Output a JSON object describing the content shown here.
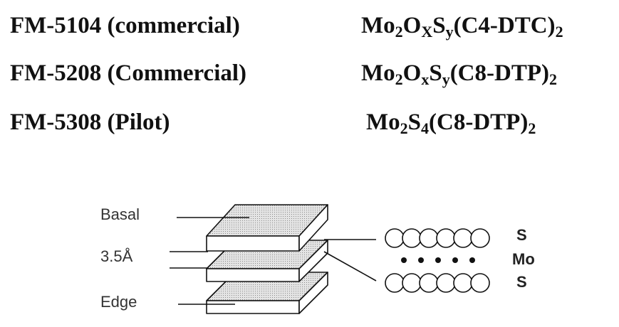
{
  "products": [
    {
      "code": "FM-5104  (commercial)",
      "formula": {
        "p1": "Mo",
        "s1": "2",
        "p2": "O",
        "s2": "X",
        "p3": "S",
        "s3": "y",
        "p4": "(C4-DTC)",
        "s4": "2"
      }
    },
    {
      "code": "FM-5208 (Commercial)",
      "formula": {
        "p1": "Mo",
        "s1": "2",
        "p2": "O",
        "s2": "x",
        "p3": "S",
        "s3": "y",
        "p4": "(C8-DTP)",
        "s4": "2"
      }
    },
    {
      "code": "FM-5308 (Pilot)",
      "formula": {
        "p1": "Mo",
        "s1": "2",
        "p2": "S",
        "s2": "4",
        "p3": "(C8-DTP)",
        "s3": "2",
        "p4": "",
        "s4": ""
      }
    }
  ],
  "diagram": {
    "labels": {
      "basal": "Basal",
      "spacing": "3.5Å",
      "edge": "Edge"
    },
    "atoms": {
      "top": "S",
      "middle": "Mo",
      "bottom": "S"
    }
  }
}
